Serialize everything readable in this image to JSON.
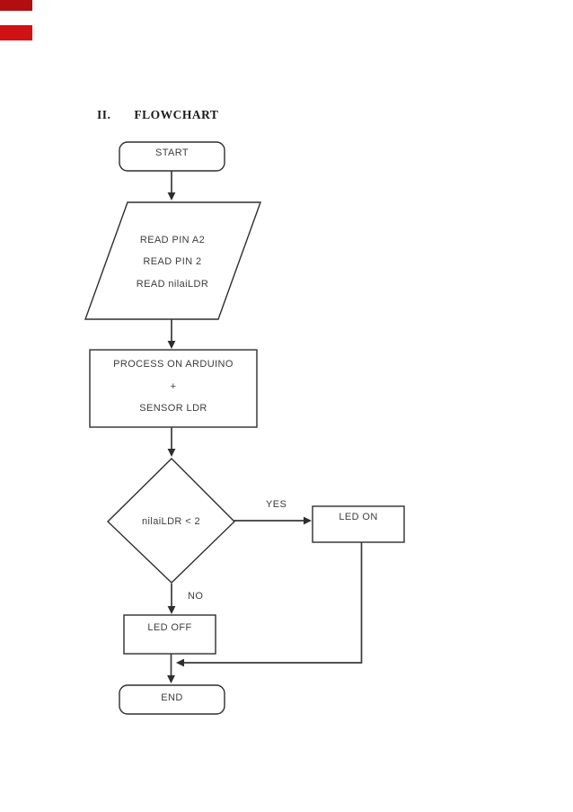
{
  "decorations": {
    "red_bar_top_color": "#b00e11",
    "red_bar_bottom_color": "#d01215"
  },
  "heading": {
    "numeral": "II.",
    "title": "FLOWCHART"
  },
  "flowchart": {
    "stroke_color": "#333333",
    "text_color": "#3c3c3c",
    "nodes": {
      "start": {
        "type": "terminator",
        "label": "START"
      },
      "read": {
        "type": "input-output",
        "lines": [
          "READ PIN A2",
          "READ PIN 2",
          "READ nilaiLDR"
        ]
      },
      "process": {
        "type": "process",
        "lines": [
          "PROCESS ON ARDUINO",
          "+",
          "SENSOR LDR"
        ]
      },
      "decision": {
        "type": "decision",
        "label": "nilaiLDR < 2"
      },
      "led_on": {
        "type": "process",
        "label": "LED ON"
      },
      "led_off": {
        "type": "process",
        "label": "LED OFF"
      },
      "end": {
        "type": "terminator",
        "label": "END"
      }
    },
    "edge_labels": {
      "yes": "YES",
      "no": "NO"
    }
  }
}
